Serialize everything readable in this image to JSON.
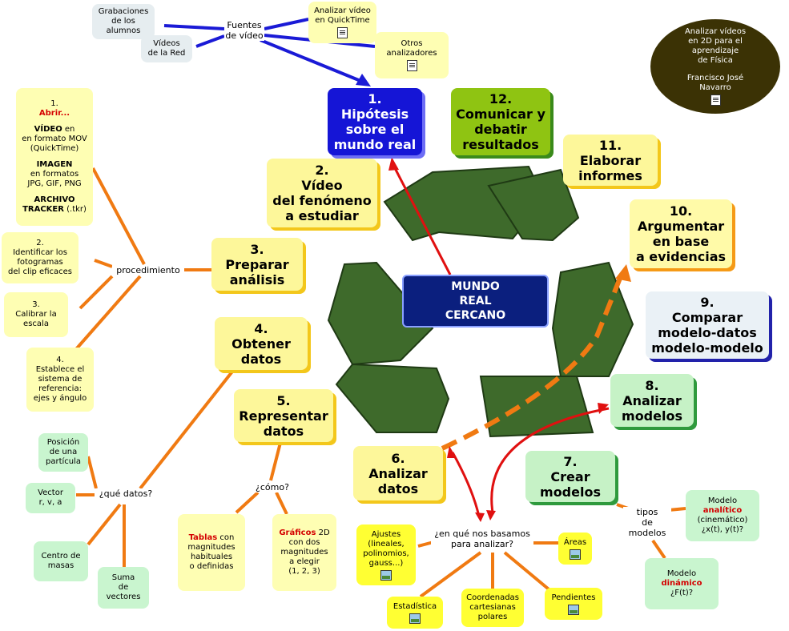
{
  "credits": {
    "line1": "Analizar vídeos",
    "line2": "en 2D para el",
    "line3": "aprendizaje",
    "line4": "de Física",
    "author1": "Francisco José",
    "author2": "Navarro"
  },
  "center": {
    "line1": "MUNDO",
    "line2": "REAL",
    "line3": "CERCANO"
  },
  "steps": {
    "s1": {
      "num": "1.",
      "l1": "Hipótesis",
      "l2": "sobre  el",
      "l3": "mundo real"
    },
    "s2": {
      "num": "2.",
      "l1": "Vídeo",
      "l2": "del fenómeno",
      "l3": "a estudiar"
    },
    "s3": {
      "num": "3.",
      "l1": "Preparar",
      "l2": "análisis"
    },
    "s4": {
      "num": "4.",
      "l1": "Obtener",
      "l2": "datos"
    },
    "s5": {
      "num": "5.",
      "l1": "Representar",
      "l2": "datos"
    },
    "s6": {
      "num": "6.",
      "l1": "Analizar",
      "l2": "datos"
    },
    "s7": {
      "num": "7.",
      "l1": "Crear",
      "l2": "modelos"
    },
    "s8": {
      "num": "8.",
      "l1": "Analizar",
      "l2": "modelos"
    },
    "s9": {
      "num": "9.",
      "l1": "Comparar",
      "l2": "modelo-datos",
      "l3": "modelo-modelo"
    },
    "s10": {
      "num": "10.",
      "l1": "Argumentar",
      "l2": "en base",
      "l3": "a evidencias"
    },
    "s11": {
      "num": "11.",
      "l1": "Elaborar",
      "l2": "informes"
    },
    "s12": {
      "num": "12.",
      "l1": "Comunicar y",
      "l2": "debatir",
      "l3": "resultados"
    }
  },
  "sources": {
    "label1": "Fuentes",
    "label2": "de vídeo",
    "grab1": "Grabaciones",
    "grab2": "de los",
    "grab3": "alumnos",
    "red1": "Vídeos",
    "red2": "de la Red",
    "qt1": "Analizar vídeo",
    "qt2": "en QuickTime",
    "otros1": "Otros",
    "otros2": "analizadores"
  },
  "open_box": {
    "n": "1.",
    "abrir": "Abrir...",
    "video_b": "VÍDEO",
    "video_t": " en",
    "v2": "en formato MOV",
    "v3": "(QuickTime)",
    "imagen_b": "IMAGEN",
    "i2": "en formatos",
    "i3": "JPG, GIF, PNG",
    "archivo_b": "ARCHIVO",
    "tracker_b": "TRACKER",
    "tracker_t": " (.tkr)"
  },
  "procedure": {
    "label": "procedimiento",
    "p2": [
      "2.",
      "Identificar los",
      "fotogramas",
      "del clip eficaces"
    ],
    "p3": [
      "3.",
      "Calibrar la",
      "escala"
    ],
    "p4": [
      "4.",
      "Establece el",
      "sistema de",
      "referencia:",
      "ejes y ángulo"
    ]
  },
  "what_data": {
    "label": "¿qué datos?",
    "pos": [
      "Posición",
      "de una",
      "partícula"
    ],
    "vec": [
      "Vector",
      "r, v, a"
    ],
    "cm": [
      "Centro de",
      "masas"
    ],
    "suma": [
      "Suma",
      "de",
      "vectores"
    ]
  },
  "how": {
    "label": "¿cómo?",
    "tablas_r": "Tablas",
    "tablas_t": " con",
    "t2": "magnitudes",
    "t3": "habituales",
    "t4": "o definidas",
    "graf_r": "Gráficos",
    "graf_t": " 2D",
    "g2": "con dos",
    "g3": "magnitudes",
    "g4": "a elegir",
    "g5": "(1, 2, 3)"
  },
  "basis": {
    "label1": "¿en qué nos basamos",
    "label2": "para analizar?",
    "ajustes": [
      "Ajustes",
      "(lineales,",
      "polinomios,",
      "gauss...)"
    ],
    "areas": "Áreas",
    "estad": "Estadística",
    "coord": [
      "Coordenadas",
      "cartesianas",
      "polares"
    ],
    "pend": "Pendientes"
  },
  "models": {
    "label1": "tipos",
    "label2": "de",
    "label3": "modelos",
    "anal1": "Modelo",
    "anal_r": "analítico",
    "anal3": "(cinemático)",
    "anal4": "¿x(t), y(t)?",
    "din1": "Modelo",
    "din_r": "dinámico",
    "din3": "¿F(t)?"
  },
  "colors": {
    "blue_line": "#1a1ad6",
    "orange_line": "#f07a12",
    "red_arrow": "#e01010",
    "recycle_green": "#3d6b2a"
  }
}
